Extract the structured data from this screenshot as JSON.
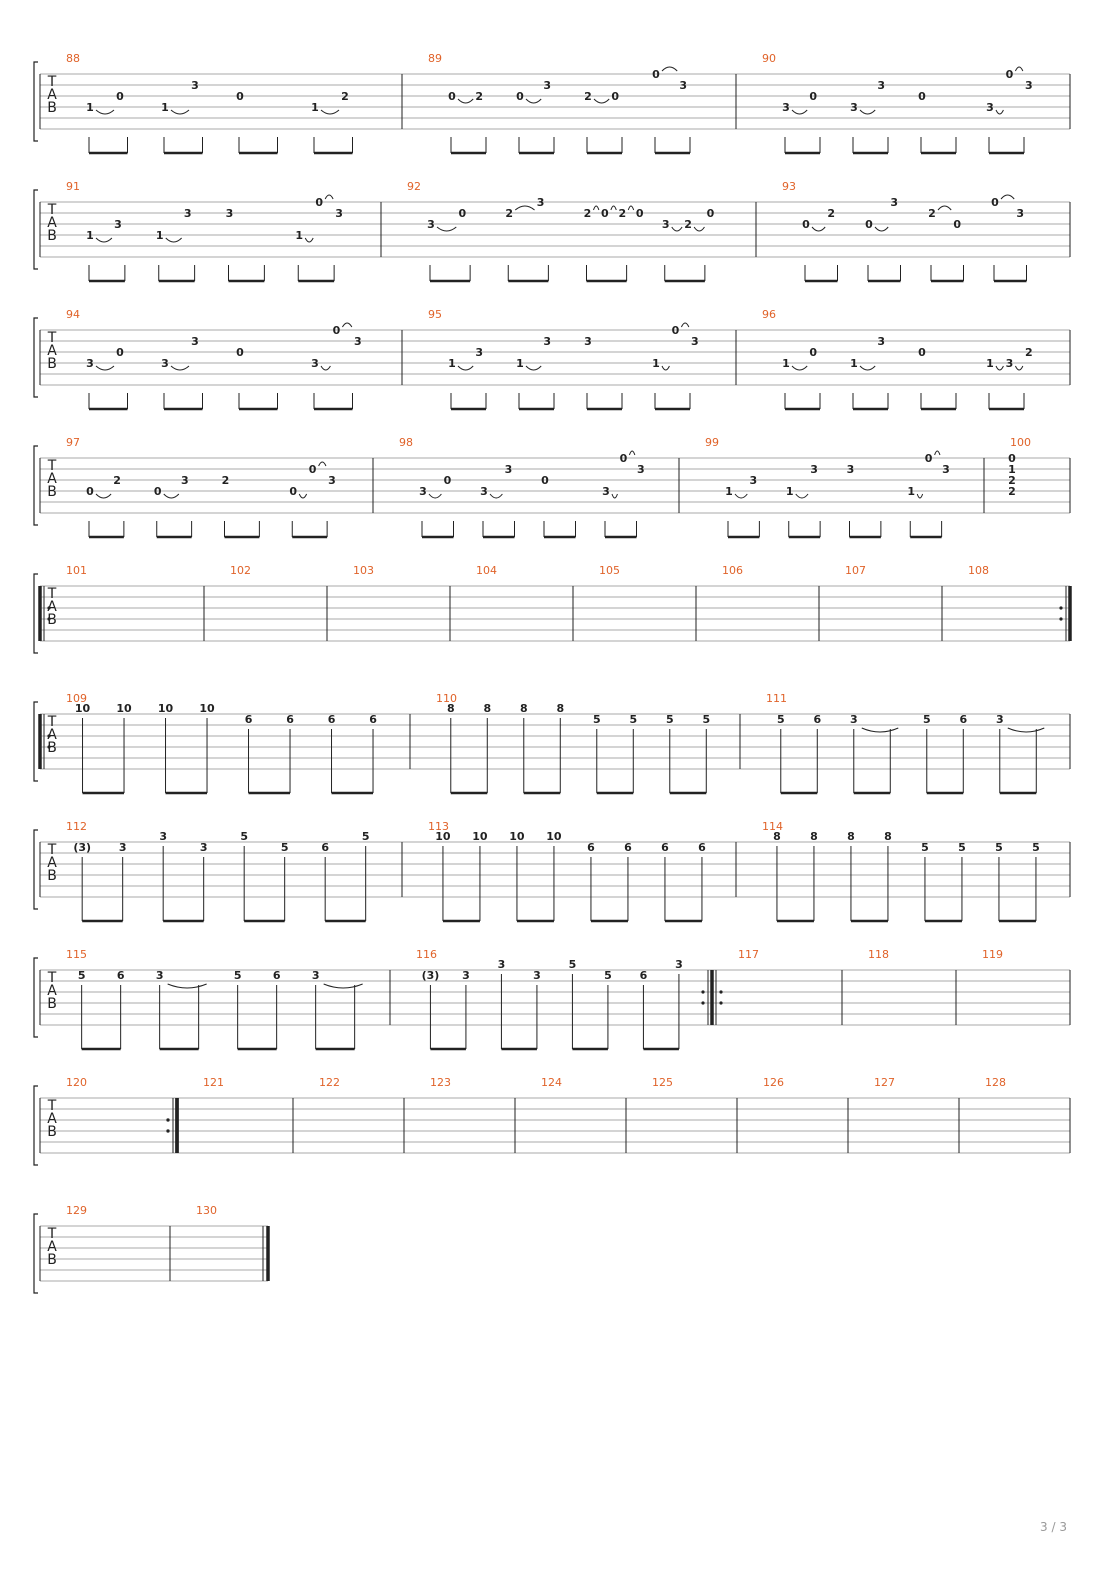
{
  "page": {
    "page_number": "3 / 3"
  },
  "colors": {
    "measure_number": "#e0632a",
    "staff_line": "#aaaaaa",
    "ink": "#222222",
    "page_number": "#999999"
  },
  "clef": [
    "T",
    "A",
    "B"
  ],
  "systems": [
    {
      "measures": [
        {
          "number": "88",
          "beats": [
            [
              [
                4,
                "1"
              ],
              [
                3,
                "0"
              ]
            ],
            [
              [
                4,
                "1"
              ],
              [
                2,
                "3"
              ]
            ],
            [
              [
                3,
                "0"
              ]
            ],
            [
              [
                4,
                "1"
              ],
              [
                3,
                "2"
              ]
            ]
          ]
        },
        {
          "number": "89",
          "beats": [
            [
              [
                3,
                "0"
              ],
              [
                3,
                "2"
              ]
            ],
            [
              [
                3,
                "0"
              ],
              [
                2,
                "3"
              ]
            ],
            [
              [
                3,
                "2"
              ],
              [
                3,
                "0"
              ]
            ],
            [
              [
                1,
                "0"
              ],
              [
                2,
                "3"
              ]
            ]
          ]
        },
        {
          "number": "90",
          "beats": [
            [
              [
                4,
                "3"
              ],
              [
                3,
                "0"
              ]
            ],
            [
              [
                4,
                "3"
              ],
              [
                2,
                "3"
              ]
            ],
            [
              [
                3,
                "0"
              ]
            ],
            [
              [
                4,
                "3"
              ],
              [
                1,
                "0"
              ],
              [
                2,
                "3"
              ]
            ]
          ]
        }
      ]
    },
    {
      "measures": [
        {
          "number": "91",
          "beats": [
            [
              [
                4,
                "1"
              ],
              [
                3,
                "3"
              ]
            ],
            [
              [
                4,
                "1"
              ],
              [
                2,
                "3"
              ]
            ],
            [
              [
                2,
                "3"
              ]
            ],
            [
              [
                4,
                "1"
              ],
              [
                1,
                "0"
              ],
              [
                2,
                "3"
              ]
            ]
          ]
        },
        {
          "number": "92",
          "beats": [
            [
              [
                3,
                "3"
              ],
              [
                2,
                "0"
              ]
            ],
            [
              [
                2,
                "2"
              ],
              [
                1,
                "3"
              ]
            ],
            [
              [
                2,
                "2"
              ],
              [
                2,
                "0"
              ],
              [
                2,
                "2"
              ],
              [
                2,
                "0"
              ]
            ],
            [
              [
                3,
                "3"
              ],
              [
                3,
                "2"
              ],
              [
                2,
                "0"
              ]
            ]
          ]
        },
        {
          "number": "93",
          "beats": [
            [
              [
                3,
                "0"
              ],
              [
                2,
                "2"
              ]
            ],
            [
              [
                3,
                "0"
              ],
              [
                1,
                "3"
              ]
            ],
            [
              [
                2,
                "2"
              ],
              [
                3,
                "0"
              ]
            ],
            [
              [
                1,
                "0"
              ],
              [
                2,
                "3"
              ]
            ]
          ]
        }
      ]
    },
    {
      "measures": [
        {
          "number": "94",
          "beats": [
            [
              [
                4,
                "3"
              ],
              [
                3,
                "0"
              ]
            ],
            [
              [
                4,
                "3"
              ],
              [
                2,
                "3"
              ]
            ],
            [
              [
                3,
                "0"
              ]
            ],
            [
              [
                4,
                "3"
              ],
              [
                1,
                "0"
              ],
              [
                2,
                "3"
              ]
            ]
          ]
        },
        {
          "number": "95",
          "beats": [
            [
              [
                4,
                "1"
              ],
              [
                3,
                "3"
              ]
            ],
            [
              [
                4,
                "1"
              ],
              [
                2,
                "3"
              ]
            ],
            [
              [
                2,
                "3"
              ]
            ],
            [
              [
                4,
                "1"
              ],
              [
                1,
                "0"
              ],
              [
                2,
                "3"
              ]
            ]
          ]
        },
        {
          "number": "96",
          "beats": [
            [
              [
                4,
                "1"
              ],
              [
                3,
                "0"
              ]
            ],
            [
              [
                4,
                "1"
              ],
              [
                2,
                "3"
              ]
            ],
            [
              [
                3,
                "0"
              ]
            ],
            [
              [
                4,
                "1"
              ],
              [
                4,
                "3"
              ],
              [
                3,
                "2"
              ]
            ]
          ]
        }
      ]
    },
    {
      "measures": [
        {
          "number": "97",
          "beats": [
            [
              [
                4,
                "0"
              ],
              [
                3,
                "2"
              ]
            ],
            [
              [
                4,
                "0"
              ],
              [
                3,
                "3"
              ]
            ],
            [
              [
                3,
                "2"
              ]
            ],
            [
              [
                4,
                "0"
              ],
              [
                2,
                "0"
              ],
              [
                3,
                "3"
              ]
            ]
          ]
        },
        {
          "number": "98",
          "beats": [
            [
              [
                4,
                "3"
              ],
              [
                3,
                "0"
              ]
            ],
            [
              [
                4,
                "3"
              ],
              [
                2,
                "3"
              ]
            ],
            [
              [
                3,
                "0"
              ]
            ],
            [
              [
                4,
                "3"
              ],
              [
                1,
                "0"
              ],
              [
                2,
                "3"
              ]
            ]
          ]
        },
        {
          "number": "99",
          "beats": [
            [
              [
                4,
                "1"
              ],
              [
                3,
                "3"
              ]
            ],
            [
              [
                4,
                "1"
              ],
              [
                2,
                "3"
              ]
            ],
            [
              [
                2,
                "3"
              ]
            ],
            [
              [
                4,
                "1"
              ],
              [
                1,
                "0"
              ],
              [
                2,
                "3"
              ]
            ]
          ]
        },
        {
          "number": "100",
          "chord": [
            [
              1,
              "0"
            ],
            [
              2,
              "1"
            ],
            [
              3,
              "2"
            ],
            [
              4,
              "2"
            ]
          ]
        }
      ]
    },
    {
      "measures": [
        {
          "number": "101"
        },
        {
          "number": "102"
        },
        {
          "number": "103"
        },
        {
          "number": "104"
        },
        {
          "number": "105"
        },
        {
          "number": "106"
        },
        {
          "number": "107"
        },
        {
          "number": "108"
        }
      ]
    },
    {
      "measures": [
        {
          "number": "109",
          "notes": [
            "10",
            "10",
            "10",
            "10",
            "6",
            "6",
            "6",
            "6"
          ],
          "strings": [
            1,
            1,
            1,
            1,
            2,
            2,
            2,
            2
          ]
        },
        {
          "number": "110",
          "notes": [
            "8",
            "8",
            "8",
            "8",
            "5",
            "5",
            "5",
            "5"
          ],
          "strings": [
            1,
            1,
            1,
            1,
            2,
            2,
            2,
            2
          ]
        },
        {
          "number": "111",
          "notes": [
            "5",
            "6",
            "3",
            "",
            "5",
            "6",
            "3",
            ""
          ],
          "strings": [
            2,
            2,
            2,
            2,
            2,
            2,
            2,
            2
          ]
        }
      ]
    },
    {
      "measures": [
        {
          "number": "112",
          "notes": [
            "(3)",
            "3",
            "3",
            "3",
            "5",
            "5",
            "6",
            "5"
          ],
          "strings": [
            2,
            2,
            1,
            2,
            1,
            2,
            2,
            1
          ]
        },
        {
          "number": "113",
          "notes": [
            "10",
            "10",
            "10",
            "10",
            "6",
            "6",
            "6",
            "6"
          ],
          "strings": [
            1,
            1,
            1,
            1,
            2,
            2,
            2,
            2
          ]
        },
        {
          "number": "114",
          "notes": [
            "8",
            "8",
            "8",
            "8",
            "5",
            "5",
            "5",
            "5"
          ],
          "strings": [
            1,
            1,
            1,
            1,
            2,
            2,
            2,
            2
          ]
        }
      ]
    },
    {
      "measures": [
        {
          "number": "115",
          "notes": [
            "5",
            "6",
            "3",
            "",
            "5",
            "6",
            "3",
            ""
          ],
          "strings": [
            2,
            2,
            2,
            2,
            2,
            2,
            2,
            2
          ]
        },
        {
          "number": "116",
          "notes": [
            "(3)",
            "3",
            "3",
            "3",
            "5",
            "5",
            "6",
            "3"
          ],
          "strings": [
            2,
            2,
            1,
            2,
            1,
            2,
            2,
            1
          ]
        },
        {
          "number": "117"
        },
        {
          "number": "118"
        },
        {
          "number": "119"
        }
      ]
    },
    {
      "measures": [
        {
          "number": "120"
        },
        {
          "number": "121"
        },
        {
          "number": "122"
        },
        {
          "number": "123"
        },
        {
          "number": "124"
        },
        {
          "number": "125"
        },
        {
          "number": "126"
        },
        {
          "number": "127"
        },
        {
          "number": "128"
        }
      ]
    },
    {
      "measures": [
        {
          "number": "129"
        },
        {
          "number": "130"
        }
      ]
    }
  ]
}
